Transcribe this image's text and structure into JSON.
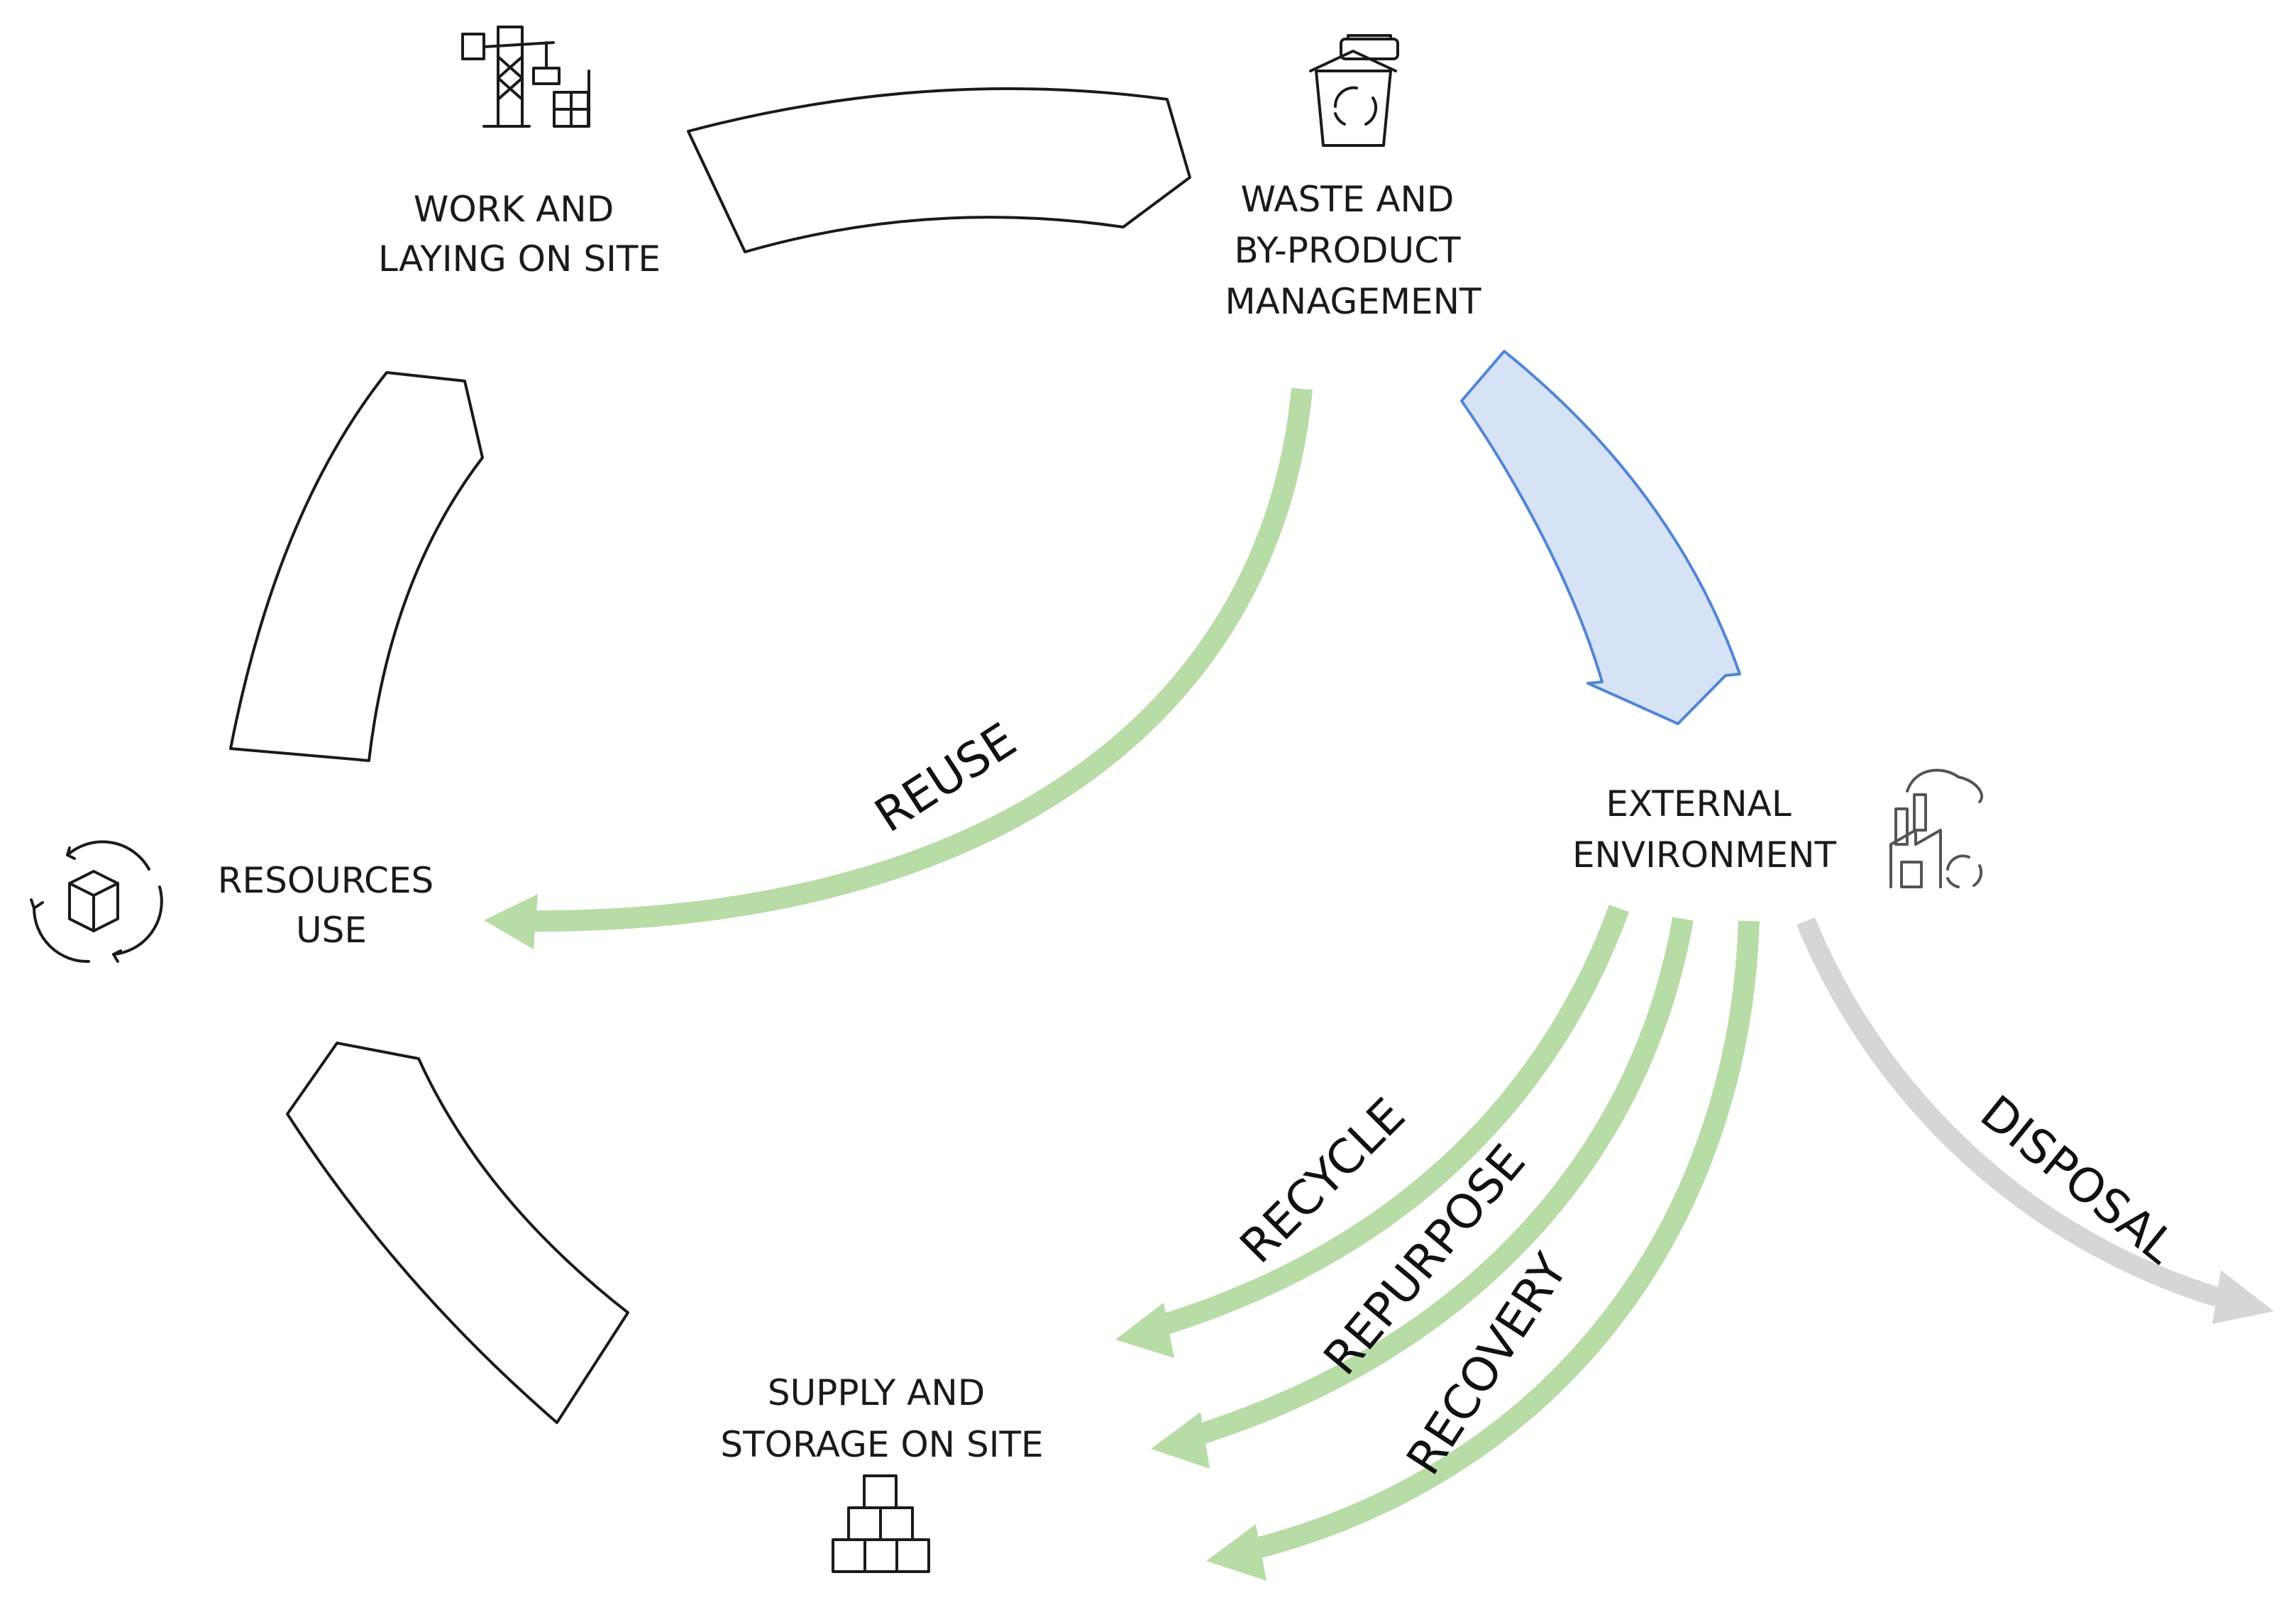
{
  "nodes": {
    "work": [
      "WORK AND",
      "LAYING ON SITE"
    ],
    "waste": [
      "WASTE AND",
      "BY-PRODUCT",
      "MANAGEMENT"
    ],
    "external": [
      "EXTERNAL",
      "ENVIRONMENT"
    ],
    "resources": [
      "RESOURCES",
      "USE"
    ],
    "supply": [
      "SUPPLY AND",
      "STORAGE ON SITE"
    ]
  },
  "flows": {
    "reuse": "REUSE",
    "recycle": "RECYCLE",
    "repurpose": "REPURPOSE",
    "recovery": "RECOVERY",
    "disposal": "DISPOSAL"
  },
  "icons": {
    "work": "construction-crane-icon",
    "waste": "recycling-bin-icon",
    "external": "factory-recycle-icon",
    "resources": "box-cycle-icon",
    "supply": "stacked-boxes-icon"
  },
  "colors": {
    "green_arrow": "#b7dca6",
    "blue_arrow_fill": "#d6e3f6",
    "blue_arrow_stroke": "#4f86d6",
    "grey_arrow": "#d6d6d6",
    "outline": "#1a1a1a"
  }
}
